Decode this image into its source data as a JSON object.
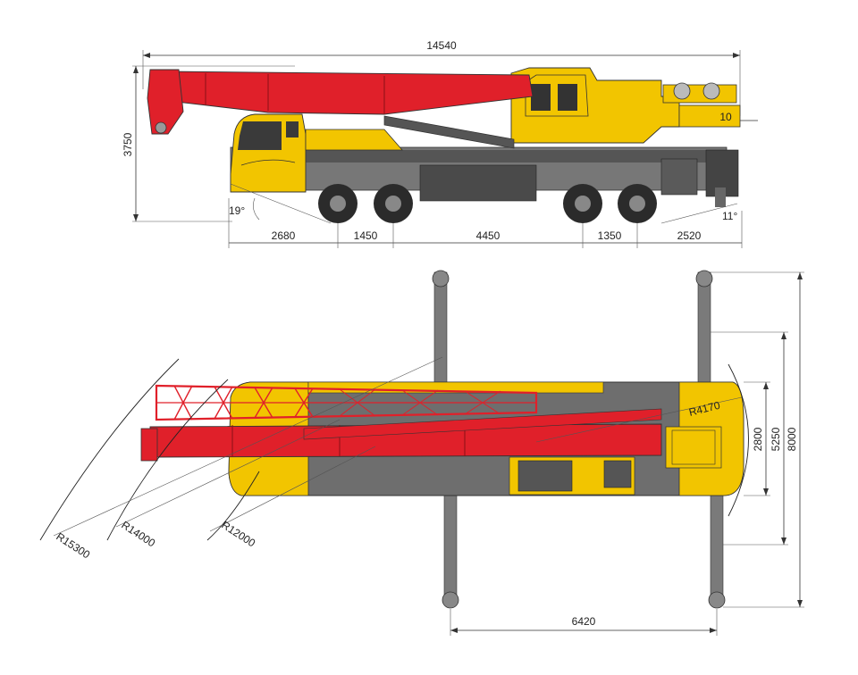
{
  "colors": {
    "boom_red": "#e0202a",
    "body_yellow": "#f2c500",
    "chassis_gray": "#6e6e6e",
    "dark_gray": "#3c3c3c",
    "tire": "#2b2b2b",
    "line": "#333333"
  },
  "side_view": {
    "overall_length": "14540",
    "overall_height": "3750",
    "approach_angle": "19°",
    "departure_angle": "11°",
    "counterweight_label": "10",
    "segments": [
      "2680",
      "1450",
      "4450",
      "1350",
      "2520"
    ]
  },
  "top_view": {
    "radii": [
      "R15300",
      "R14000",
      "R12000"
    ],
    "tail_radius": "R4170",
    "outrigger_spread": "6420",
    "widths": [
      "2800",
      "5250",
      "8000"
    ]
  }
}
